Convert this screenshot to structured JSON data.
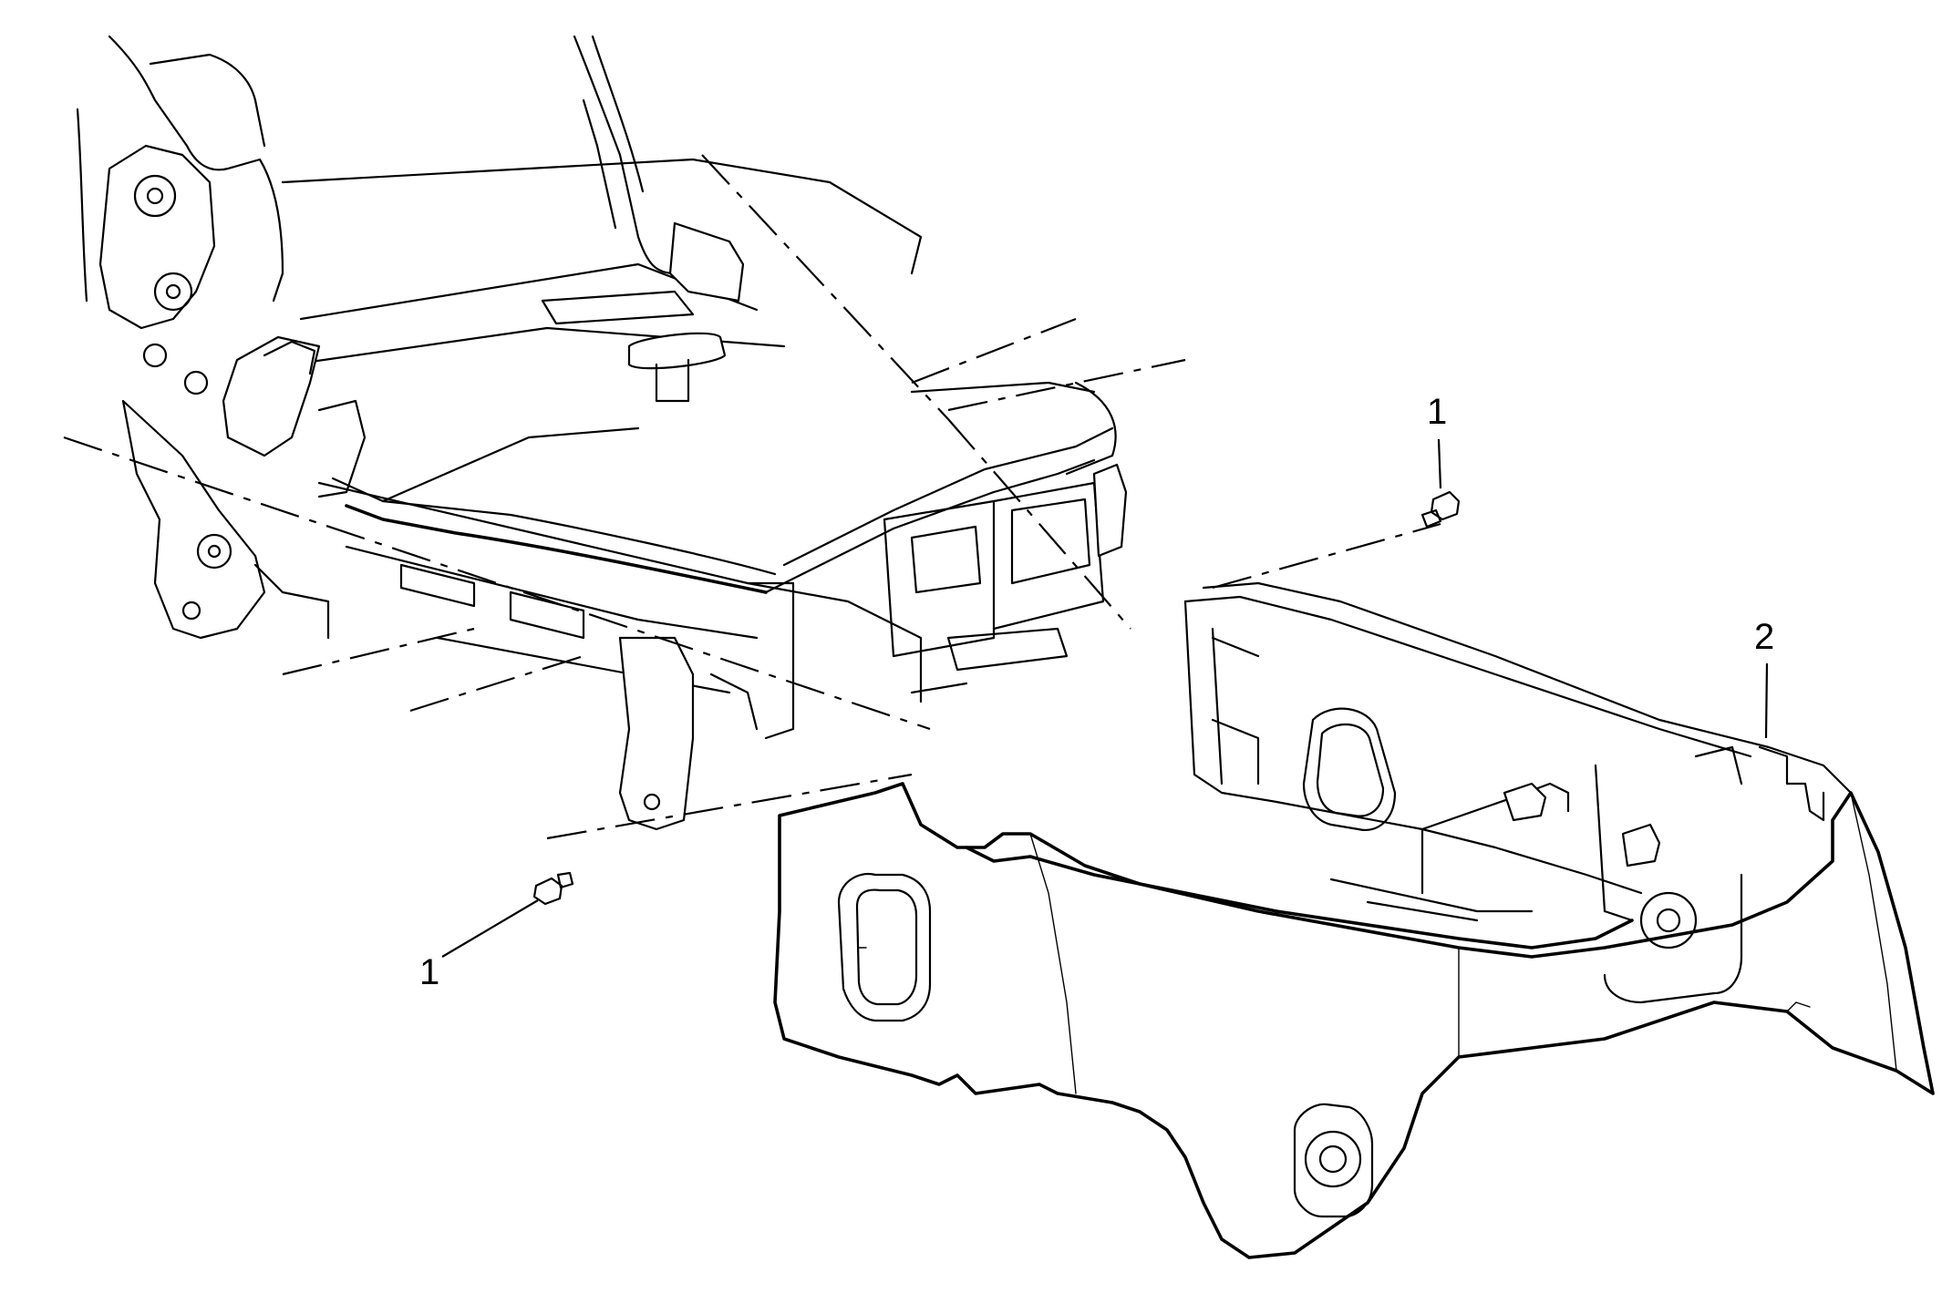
{
  "callouts": [
    {
      "id": "fastener-top",
      "label": "1"
    },
    {
      "id": "fastener-bottom",
      "label": "1"
    },
    {
      "id": "console-panel",
      "label": "2"
    }
  ]
}
